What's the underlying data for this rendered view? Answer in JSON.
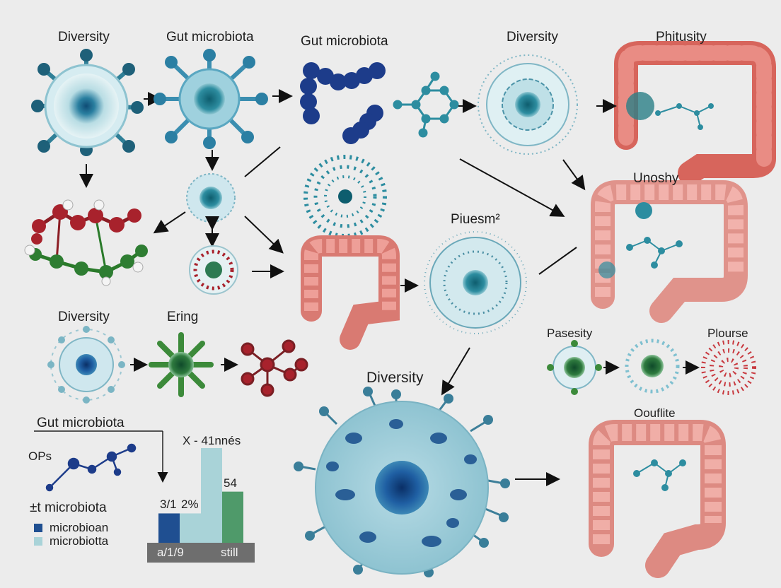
{
  "labels": {
    "diversity_1": "Diversity",
    "gut_microbiota_1": "Gut microbiota",
    "gut_microbiota_2": "Gut microbiota",
    "diversity_2": "Diversity",
    "phitusity": "Phitusity",
    "unoshy": "Unoshy",
    "piuesm": "Piuesm²",
    "diversity_3": "Diversity",
    "ering": "Ering",
    "pasesity": "Pasesity",
    "plourse": "Plourse",
    "diversity_4": "Diversity",
    "oouflite": "Oouflite"
  },
  "inset": {
    "title": "Gut microbiota",
    "line_label": "OPs",
    "subtitle": "±t microbiota",
    "legend": [
      {
        "name": "microbioan",
        "color": "#1f4f91"
      },
      {
        "name": "microbiotta",
        "color": "#a9d3d8"
      }
    ]
  },
  "chart_data": {
    "type": "bar",
    "title": "X - 41nnés",
    "categories": [
      "a/1/9",
      "",
      "",
      "still"
    ],
    "series": [
      {
        "values": [
          31,
          31,
          100,
          54
        ]
      }
    ],
    "data_labels": [
      "3/1",
      "2%",
      "",
      "54"
    ],
    "colors": [
      "#1f4f91",
      "#a9d3d8",
      "#a9d3d8",
      "#4f9a6a"
    ]
  },
  "colors": {
    "teal": "#2d8da0",
    "navy": "#1d3c8a",
    "red": "#a8222c",
    "green": "#3c8a3a",
    "intestine": "#e58f86",
    "cell_bg": "#cfe7ec"
  }
}
